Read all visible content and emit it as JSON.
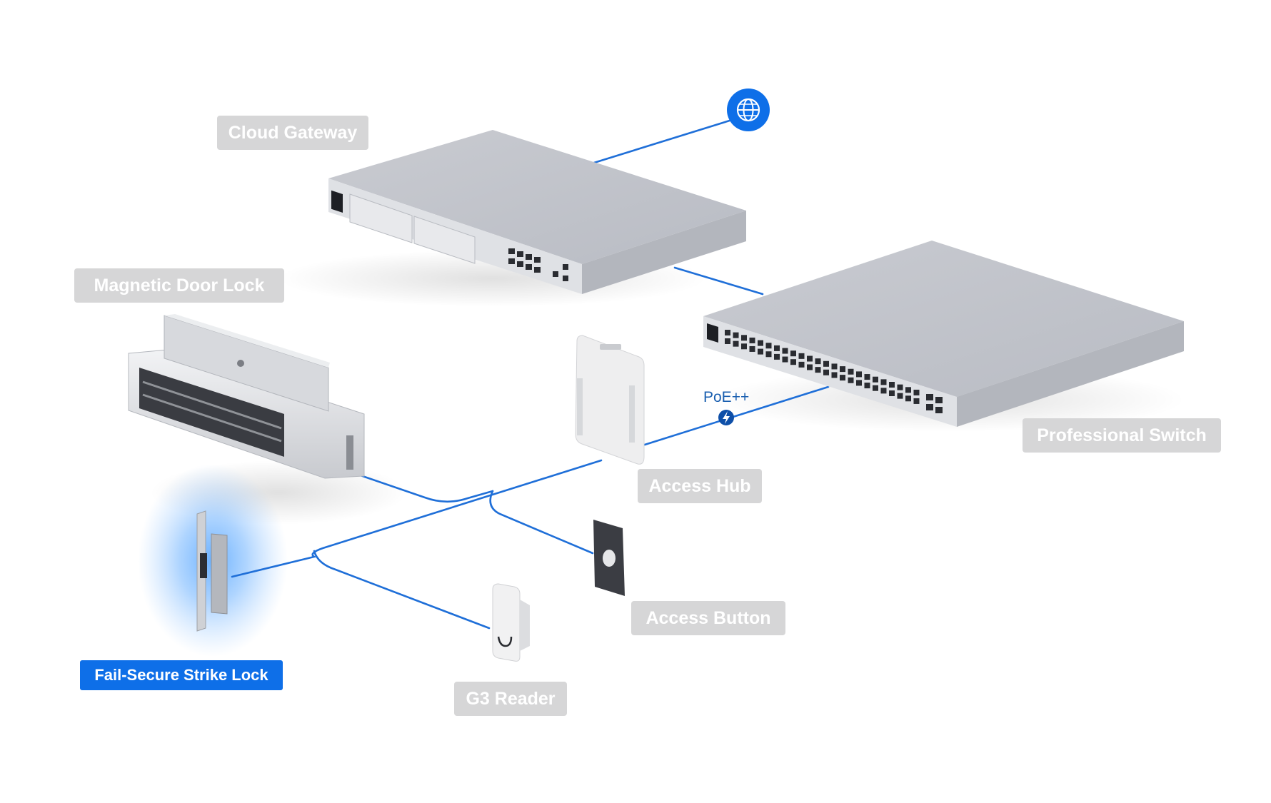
{
  "labels": {
    "cloud_gateway": "Cloud Gateway",
    "magnetic_door_lock": "Magnetic Door Lock",
    "professional_switch": "Professional Switch",
    "access_hub": "Access Hub",
    "access_button": "Access Button",
    "g3_reader": "G3 Reader",
    "fail_secure_strike_lock": "Fail-Secure Strike Lock"
  },
  "poe_label": "PoE++",
  "selected_device": "Fail-Secure Strike Lock",
  "icons": {
    "internet": "globe-icon",
    "poe": "lightning-bolt-icon"
  },
  "colors": {
    "accent": "#0e6fe8",
    "cable": "#1f6fd8",
    "label_bg": "#d6d6d7",
    "label_text": "#ffffff",
    "device_body": "#c3c5cc",
    "poe_text": "#1a5fb0"
  }
}
